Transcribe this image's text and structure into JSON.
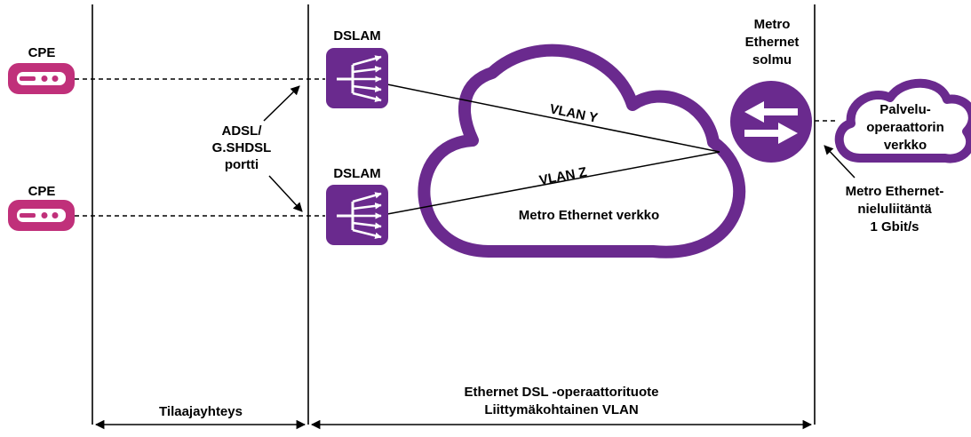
{
  "colors": {
    "purple": "#6a2a8e",
    "cpe_pink": "#c0307a",
    "line": "#000000",
    "white": "#ffffff"
  },
  "cpe": {
    "top_label": "CPE",
    "bottom_label": "CPE"
  },
  "ports": {
    "line1": "ADSL/",
    "line2": "G.SHDSL",
    "line3": "portti"
  },
  "dslam": {
    "top_label": "DSLAM",
    "bottom_label": "DSLAM"
  },
  "metro_node": {
    "line1": "Metro",
    "line2": "Ethernet",
    "line3": "solmu"
  },
  "cloud": {
    "label": "Metro Ethernet verkko",
    "vlan_y": "VLAN Y",
    "vlan_z": "VLAN Z"
  },
  "provider": {
    "line1": "Palvelu-",
    "line2": "operaattorin",
    "line3": "verkko"
  },
  "sink": {
    "line1": "Metro Ethernet-",
    "line2": "nieluliitäntä",
    "line3": "1 Gbit/s"
  },
  "bottom": {
    "subscriber": "Tilaajayhteys",
    "product_line1": "Ethernet DSL -operaattorituote",
    "product_line2": "Liittymäkohtainen VLAN"
  },
  "icons": {
    "cpe": "modem-icon",
    "dslam": "dslam-icon",
    "node": "switch-icon"
  }
}
